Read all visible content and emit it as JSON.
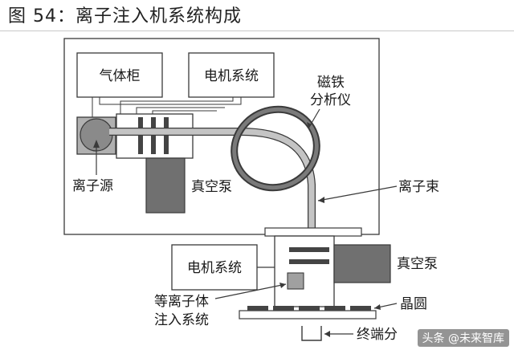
{
  "figure": {
    "title": "图 54：离子注入机系统构成"
  },
  "labels": {
    "gas_cabinet": "气体柜",
    "motor_system_top": "电机系统",
    "magnet_analyzer_line1": "磁铁",
    "magnet_analyzer_line2": "分析仪",
    "ion_source": "离子源",
    "vacuum_pump_top": "真空泵",
    "ion_beam": "离子束",
    "motor_system_bottom": "电机系统",
    "vacuum_pump_bottom": "真空泵",
    "plasma_system_line1": "等离子体",
    "plasma_system_line2": "注入系统",
    "wafer": "晶圆",
    "terminal_analysis": "终端分"
  },
  "watermark": "头条 @未来智库",
  "colors": {
    "line": "#3a3a3a",
    "beam_fill": "#c4c4c4",
    "dark_gray": "#707070",
    "medium_gray": "#a0a0a0"
  }
}
